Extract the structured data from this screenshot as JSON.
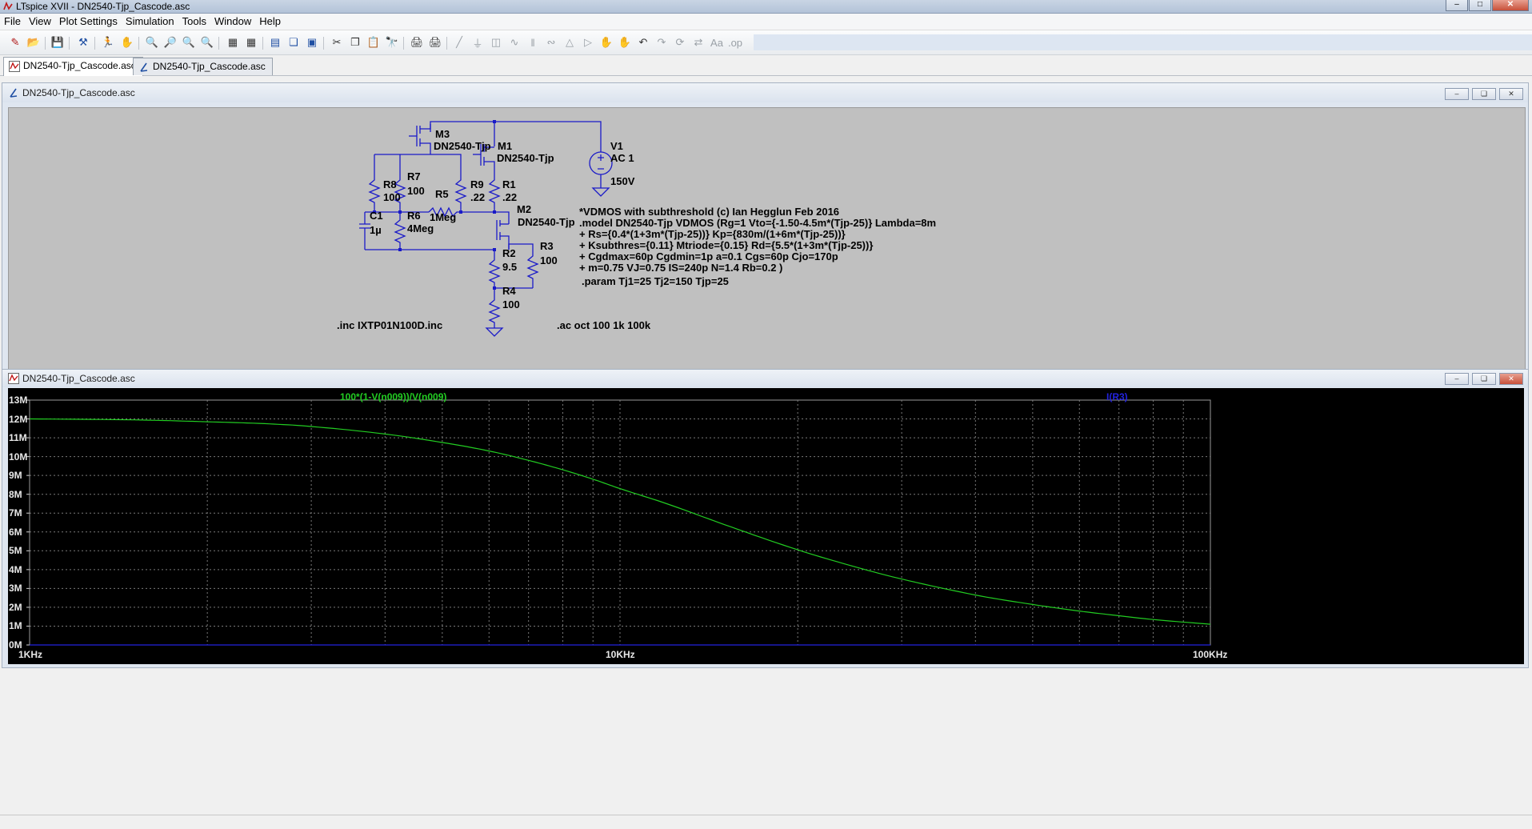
{
  "window": {
    "title": "LTspice XVII - DN2540-Tjp_Cascode.asc"
  },
  "menu": [
    "File",
    "View",
    "Plot Settings",
    "Simulation",
    "Tools",
    "Window",
    "Help"
  ],
  "tabs": [
    {
      "label": "DN2540-Tjp_Cascode.asc",
      "active": true,
      "kind": "waveform"
    },
    {
      "label": "DN2540-Tjp_Cascode.asc",
      "active": false,
      "kind": "schematic"
    }
  ],
  "schematic": {
    "title": "DN2540-Tjp_Cascode.asc",
    "components": {
      "m3": {
        "ref": "M3",
        "model": "DN2540-Tjp"
      },
      "m1": {
        "ref": "M1",
        "model": "DN2540-Tjp"
      },
      "m2": {
        "ref": "M2",
        "model": "DN2540-Tjp"
      },
      "v1": {
        "ref": "V1",
        "ac": "AC 1",
        "dc": "150V"
      },
      "r8": {
        "ref": "R8",
        "value": "100"
      },
      "r7": {
        "ref": "R7",
        "value": "100"
      },
      "r9": {
        "ref": "R9",
        "value": ".22"
      },
      "r1": {
        "ref": "R1",
        "value": ".22"
      },
      "r5": {
        "ref": "R5",
        "value": "1Meg"
      },
      "r6": {
        "ref": "R6",
        "value": "4Meg"
      },
      "c1": {
        "ref": "C1",
        "value": "1µ"
      },
      "r2": {
        "ref": "R2",
        "value": "9.5"
      },
      "r3": {
        "ref": "R3",
        "value": "100"
      },
      "r4": {
        "ref": "R4",
        "value": "100"
      }
    },
    "directives": {
      "model_lines": [
        "*VDMOS with subthreshold (c) Ian Hegglun Feb 2016",
        ".model DN2540-Tjp VDMOS (Rg=1 Vto={-1.50-4.5m*(Tjp-25)} Lambda=8m",
        "+ Rs={0.4*(1+3m*(Tjp-25))} Kp={830m/(1+6m*(Tjp-25))}",
        "+ Ksubthres={0.11} Mtriode={0.15} Rd={5.5*(1+3m*(Tjp-25))}",
        "+ Cgdmax=60p Cgdmin=1p a=0.1 Cgs=60p Cjo=170p",
        "+ m=0.75 VJ=0.75 IS=240p N=1.4 Rb=0.2 )"
      ],
      "param": ".param Tj1=25 Tj2=150 Tjp=25",
      "inc": ".inc IXTP01N100D.inc",
      "ac": ".ac oct 100 1k 100k"
    }
  },
  "waveform": {
    "title": "DN2540-Tjp_Cascode.asc",
    "traces": [
      {
        "expr": "100*(1-V(n009))/V(n009)",
        "color": "#22cc22"
      },
      {
        "expr": "I(R3)",
        "color": "#2222dd"
      }
    ],
    "colors": {
      "background": "#000000",
      "grid": "#7a7a7a",
      "axis_text": "#e8e8e8"
    }
  },
  "chart_data": {
    "type": "line",
    "x_scale": "log",
    "xlim": [
      1000,
      100000
    ],
    "ylim": [
      0,
      13000000
    ],
    "y_ticks": [
      "0M",
      "1M",
      "2M",
      "3M",
      "4M",
      "5M",
      "6M",
      "7M",
      "8M",
      "9M",
      "10M",
      "11M",
      "12M",
      "13M"
    ],
    "x_ticks": [
      {
        "label": "1KHz",
        "value": 1000
      },
      {
        "label": "10KHz",
        "value": 10000
      },
      {
        "label": "100KHz",
        "value": 100000
      }
    ],
    "grid": true,
    "series": [
      {
        "name": "100*(1-V(n009))/V(n009)",
        "color": "#22cc22",
        "x": [
          1000,
          1500,
          2000,
          2500,
          3000,
          4000,
          5000,
          6000,
          7000,
          8000,
          9000,
          10000,
          12000,
          15000,
          20000,
          25000,
          30000,
          40000,
          50000,
          60000,
          70000,
          80000,
          100000
        ],
        "y": [
          12000000,
          11950000,
          11850000,
          11750000,
          11600000,
          11200000,
          10750000,
          10300000,
          9800000,
          9300000,
          8800000,
          8300000,
          7500000,
          6400000,
          5050000,
          4150000,
          3500000,
          2650000,
          2150000,
          1800000,
          1550000,
          1350000,
          1100000
        ]
      },
      {
        "name": "I(R3)",
        "color": "#2222dd",
        "x": [
          1000,
          100000
        ],
        "y": [
          0,
          0
        ]
      }
    ]
  }
}
